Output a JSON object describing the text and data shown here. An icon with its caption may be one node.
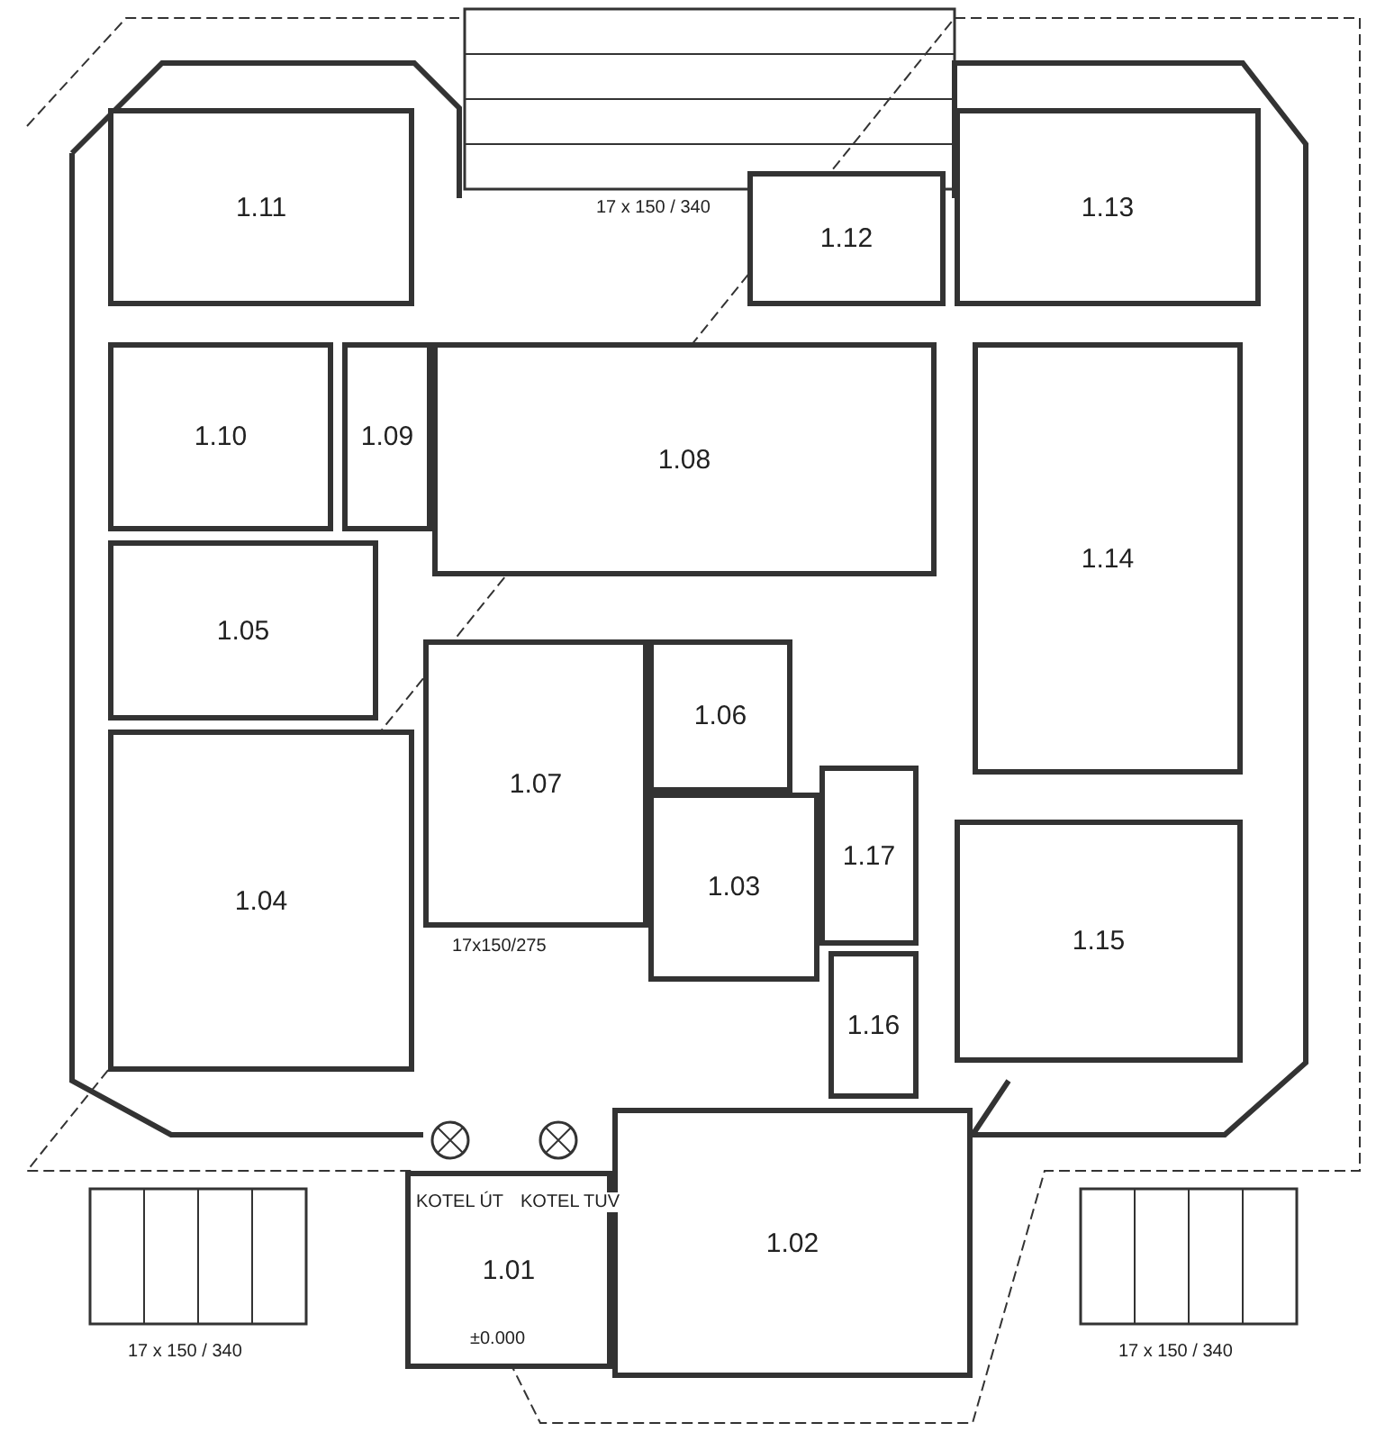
{
  "diagram": {
    "nodes": [
      {
        "text": [
          "1.11"
        ]
      },
      {
        "text": [
          "1.12"
        ]
      },
      {
        "text": [
          "1.13"
        ]
      },
      {
        "text": [
          "1.10"
        ]
      },
      {
        "text": [
          "1.09"
        ]
      },
      {
        "text": [
          "1.08"
        ]
      },
      {
        "text": [
          "1.14"
        ]
      },
      {
        "text": [
          "1.05"
        ]
      },
      {
        "text": [
          "1.07"
        ]
      },
      {
        "text": [
          "1.06"
        ]
      },
      {
        "text": [
          "1.04"
        ]
      },
      {
        "text": [
          "1.03"
        ]
      },
      {
        "text": [
          "1.17"
        ]
      },
      {
        "text": [
          "1.16"
        ]
      },
      {
        "text": [
          "1.15"
        ]
      },
      {
        "text": [
          "1.01"
        ]
      },
      {
        "text": [
          "1.02"
        ]
      }
    ],
    "edges": [],
    "labels": [
      "17 x 150 / 340",
      "17x150/275",
      "KOTEL ÚT",
      "±0.000",
      "KOTEL TUV",
      "17 x 150 / 340",
      "17 x 150 / 340"
    ]
  }
}
